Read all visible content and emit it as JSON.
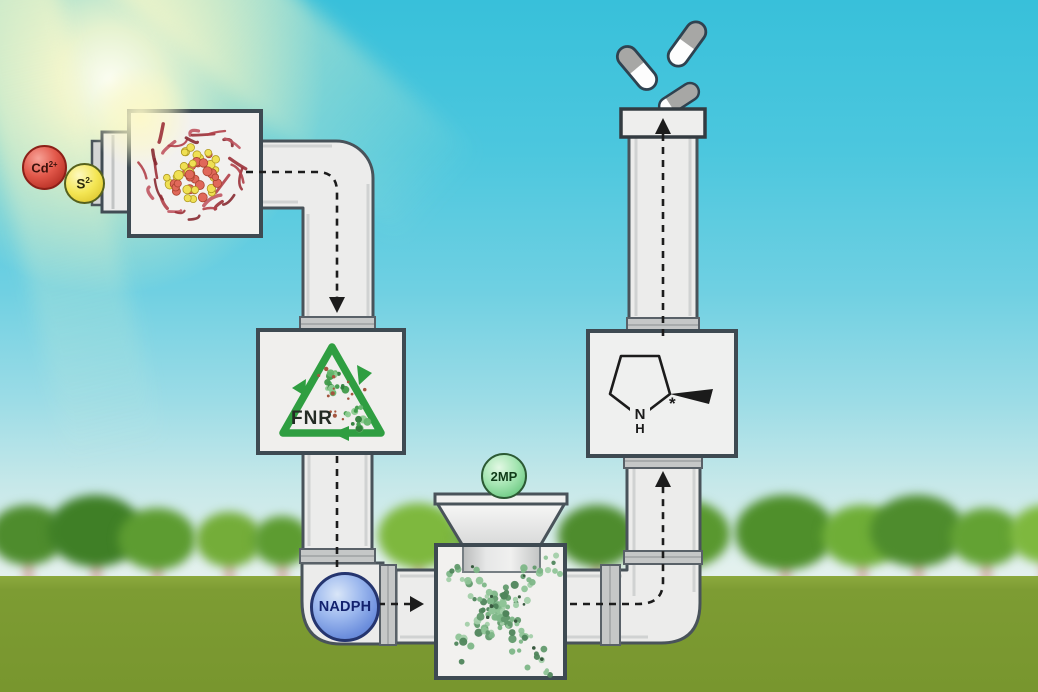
{
  "figure": {
    "type": "scientific-process-illustration",
    "theme": "solar-driven biocatalytic pipeline from CdS quantum-dot protein cage to chiral amine product"
  },
  "labels": {
    "cadmium": {
      "text": "Cd",
      "sup": "2+"
    },
    "sulfide": {
      "text": "S",
      "sup": "2-"
    },
    "fnr": "FNR",
    "nadph": "NADPH",
    "substrate": "2MP",
    "molecule_n": "N",
    "molecule_h": "H",
    "stereocenter": "*"
  },
  "icons": {
    "sun": "sun-glow-icon",
    "recycle": "recycle-arrows-icon",
    "pills": "capsule-pill-icon",
    "funnel": "hopper-funnel-icon",
    "flow": "dashed-flow-arrow-icon"
  },
  "colors": {
    "sky_top": "#38c0da",
    "sky_horizon": "#eef4ee",
    "sun_glow": "#fbf6be",
    "grass": "#7d9c33",
    "pipe_fill": "#ededec",
    "pipe_border": "#49535a",
    "connector_band": "#c5c7c7",
    "box_border": "#3e4a52",
    "box_fill": "#f1f0ee",
    "cd_ball": "#d9453a",
    "s_ball": "#f2e34e",
    "nadph_ball": "#6d8fdd",
    "mp_ball": "#6fcb85",
    "fnr_green": "#2f9e41",
    "cage_ribbon_red": "#9b3138",
    "dot_red": "#e0685a",
    "dot_yellow": "#efe053",
    "protein_green": "#7db687",
    "pill_gray": "#a7a7a5",
    "pill_white": "#fdfdfd",
    "arrow": "#1c1c1c"
  }
}
